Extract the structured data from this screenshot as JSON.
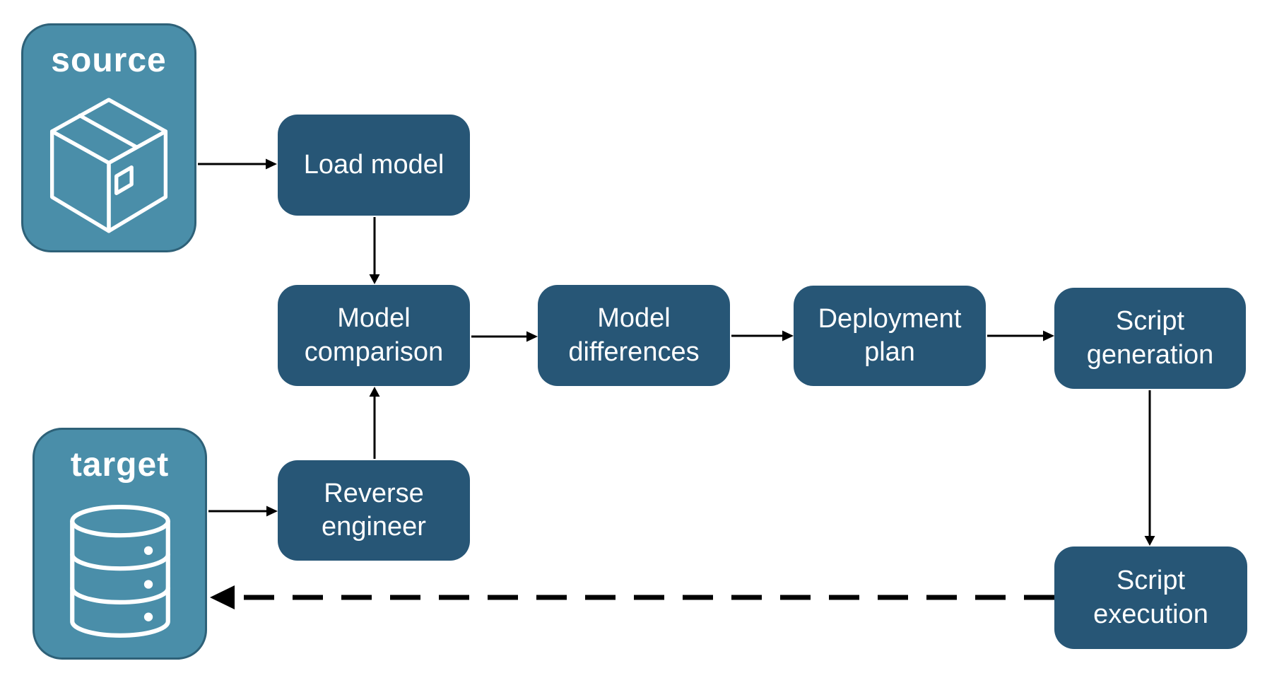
{
  "diagram": {
    "title": "model compare and deploy flow",
    "colors": {
      "node_fill": "#275676",
      "container_fill": "#4A8EA9",
      "container_border": "#2E6178",
      "text": "#FFFFFF",
      "arrow": "#000000",
      "canvas_bg": "#FFFFFF"
    },
    "containers": {
      "source": {
        "label": "source",
        "icon": "package-icon"
      },
      "target": {
        "label": "target",
        "icon": "database-icon"
      }
    },
    "nodes": {
      "load_model": {
        "label": "Load model"
      },
      "model_comparison": {
        "label": "Model comparison"
      },
      "model_differences": {
        "label": "Model differences"
      },
      "deployment_plan": {
        "label": "Deployment plan"
      },
      "script_generation": {
        "label": "Script generation"
      },
      "reverse_engineer": {
        "label": "Reverse engineer"
      },
      "script_execution": {
        "label": "Script execution"
      }
    },
    "edges": [
      {
        "from": "source",
        "to": "load_model",
        "style": "solid"
      },
      {
        "from": "load_model",
        "to": "model_comparison",
        "style": "solid"
      },
      {
        "from": "model_comparison",
        "to": "model_differences",
        "style": "solid"
      },
      {
        "from": "model_differences",
        "to": "deployment_plan",
        "style": "solid"
      },
      {
        "from": "deployment_plan",
        "to": "script_generation",
        "style": "solid"
      },
      {
        "from": "script_generation",
        "to": "script_execution",
        "style": "solid"
      },
      {
        "from": "target",
        "to": "reverse_engineer",
        "style": "solid"
      },
      {
        "from": "reverse_engineer",
        "to": "model_comparison",
        "style": "solid"
      },
      {
        "from": "script_execution",
        "to": "target",
        "style": "dashed"
      }
    ]
  }
}
